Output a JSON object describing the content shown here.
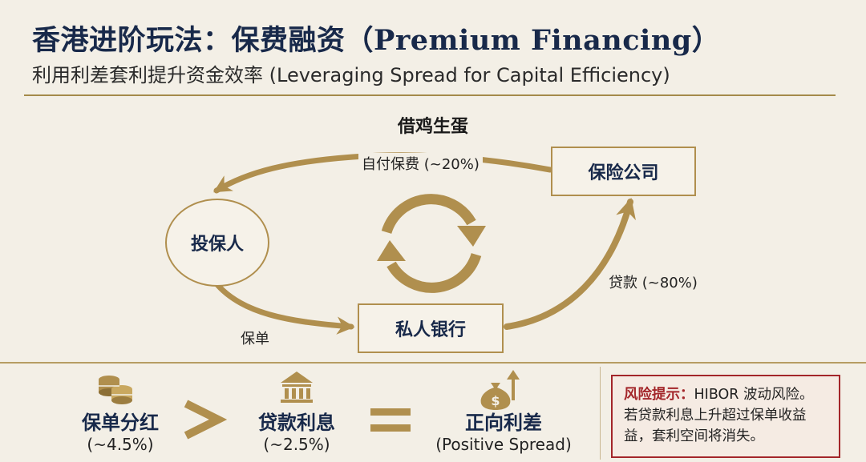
{
  "header": {
    "title": "香港进阶玩法：保费融资（Premium Financing）",
    "subtitle": "利用利差套利提升资金效率 (Leveraging Spread for Capital Efficiency)"
  },
  "diagram": {
    "title": "借鸡生蛋",
    "nodes": {
      "policyholder": "投保人",
      "insurer": "保险公司",
      "bank": "私人银行"
    },
    "flows": {
      "self_pay": "自付保费 (~20%)",
      "loan": "贷款 (~80%)",
      "policy": "保单"
    }
  },
  "equation": {
    "dividend": {
      "name": "保单分红",
      "value": "(~4.5%)"
    },
    "interest": {
      "name": "贷款利息",
      "value": "(~2.5%)"
    },
    "result": {
      "name": "正向利差",
      "value": "(Positive Spread)"
    }
  },
  "warning": {
    "label": "风险提示：",
    "text_1": "HIBOR 波动风险。",
    "text_2": "若贷款利息上升超过保单收益益，套利空间将消失。"
  },
  "colors": {
    "gold": "#b08f4e",
    "navy": "#18294a",
    "warning_red": "#a3262a",
    "background": "#f3efe6"
  },
  "icons": {
    "dividend": "coins-icon",
    "interest": "bank-icon",
    "result": "money-bag-growth-icon",
    "greater_than": "greater-than-icon",
    "equals": "equals-icon",
    "cycle": "cycle-arrows-icon"
  }
}
